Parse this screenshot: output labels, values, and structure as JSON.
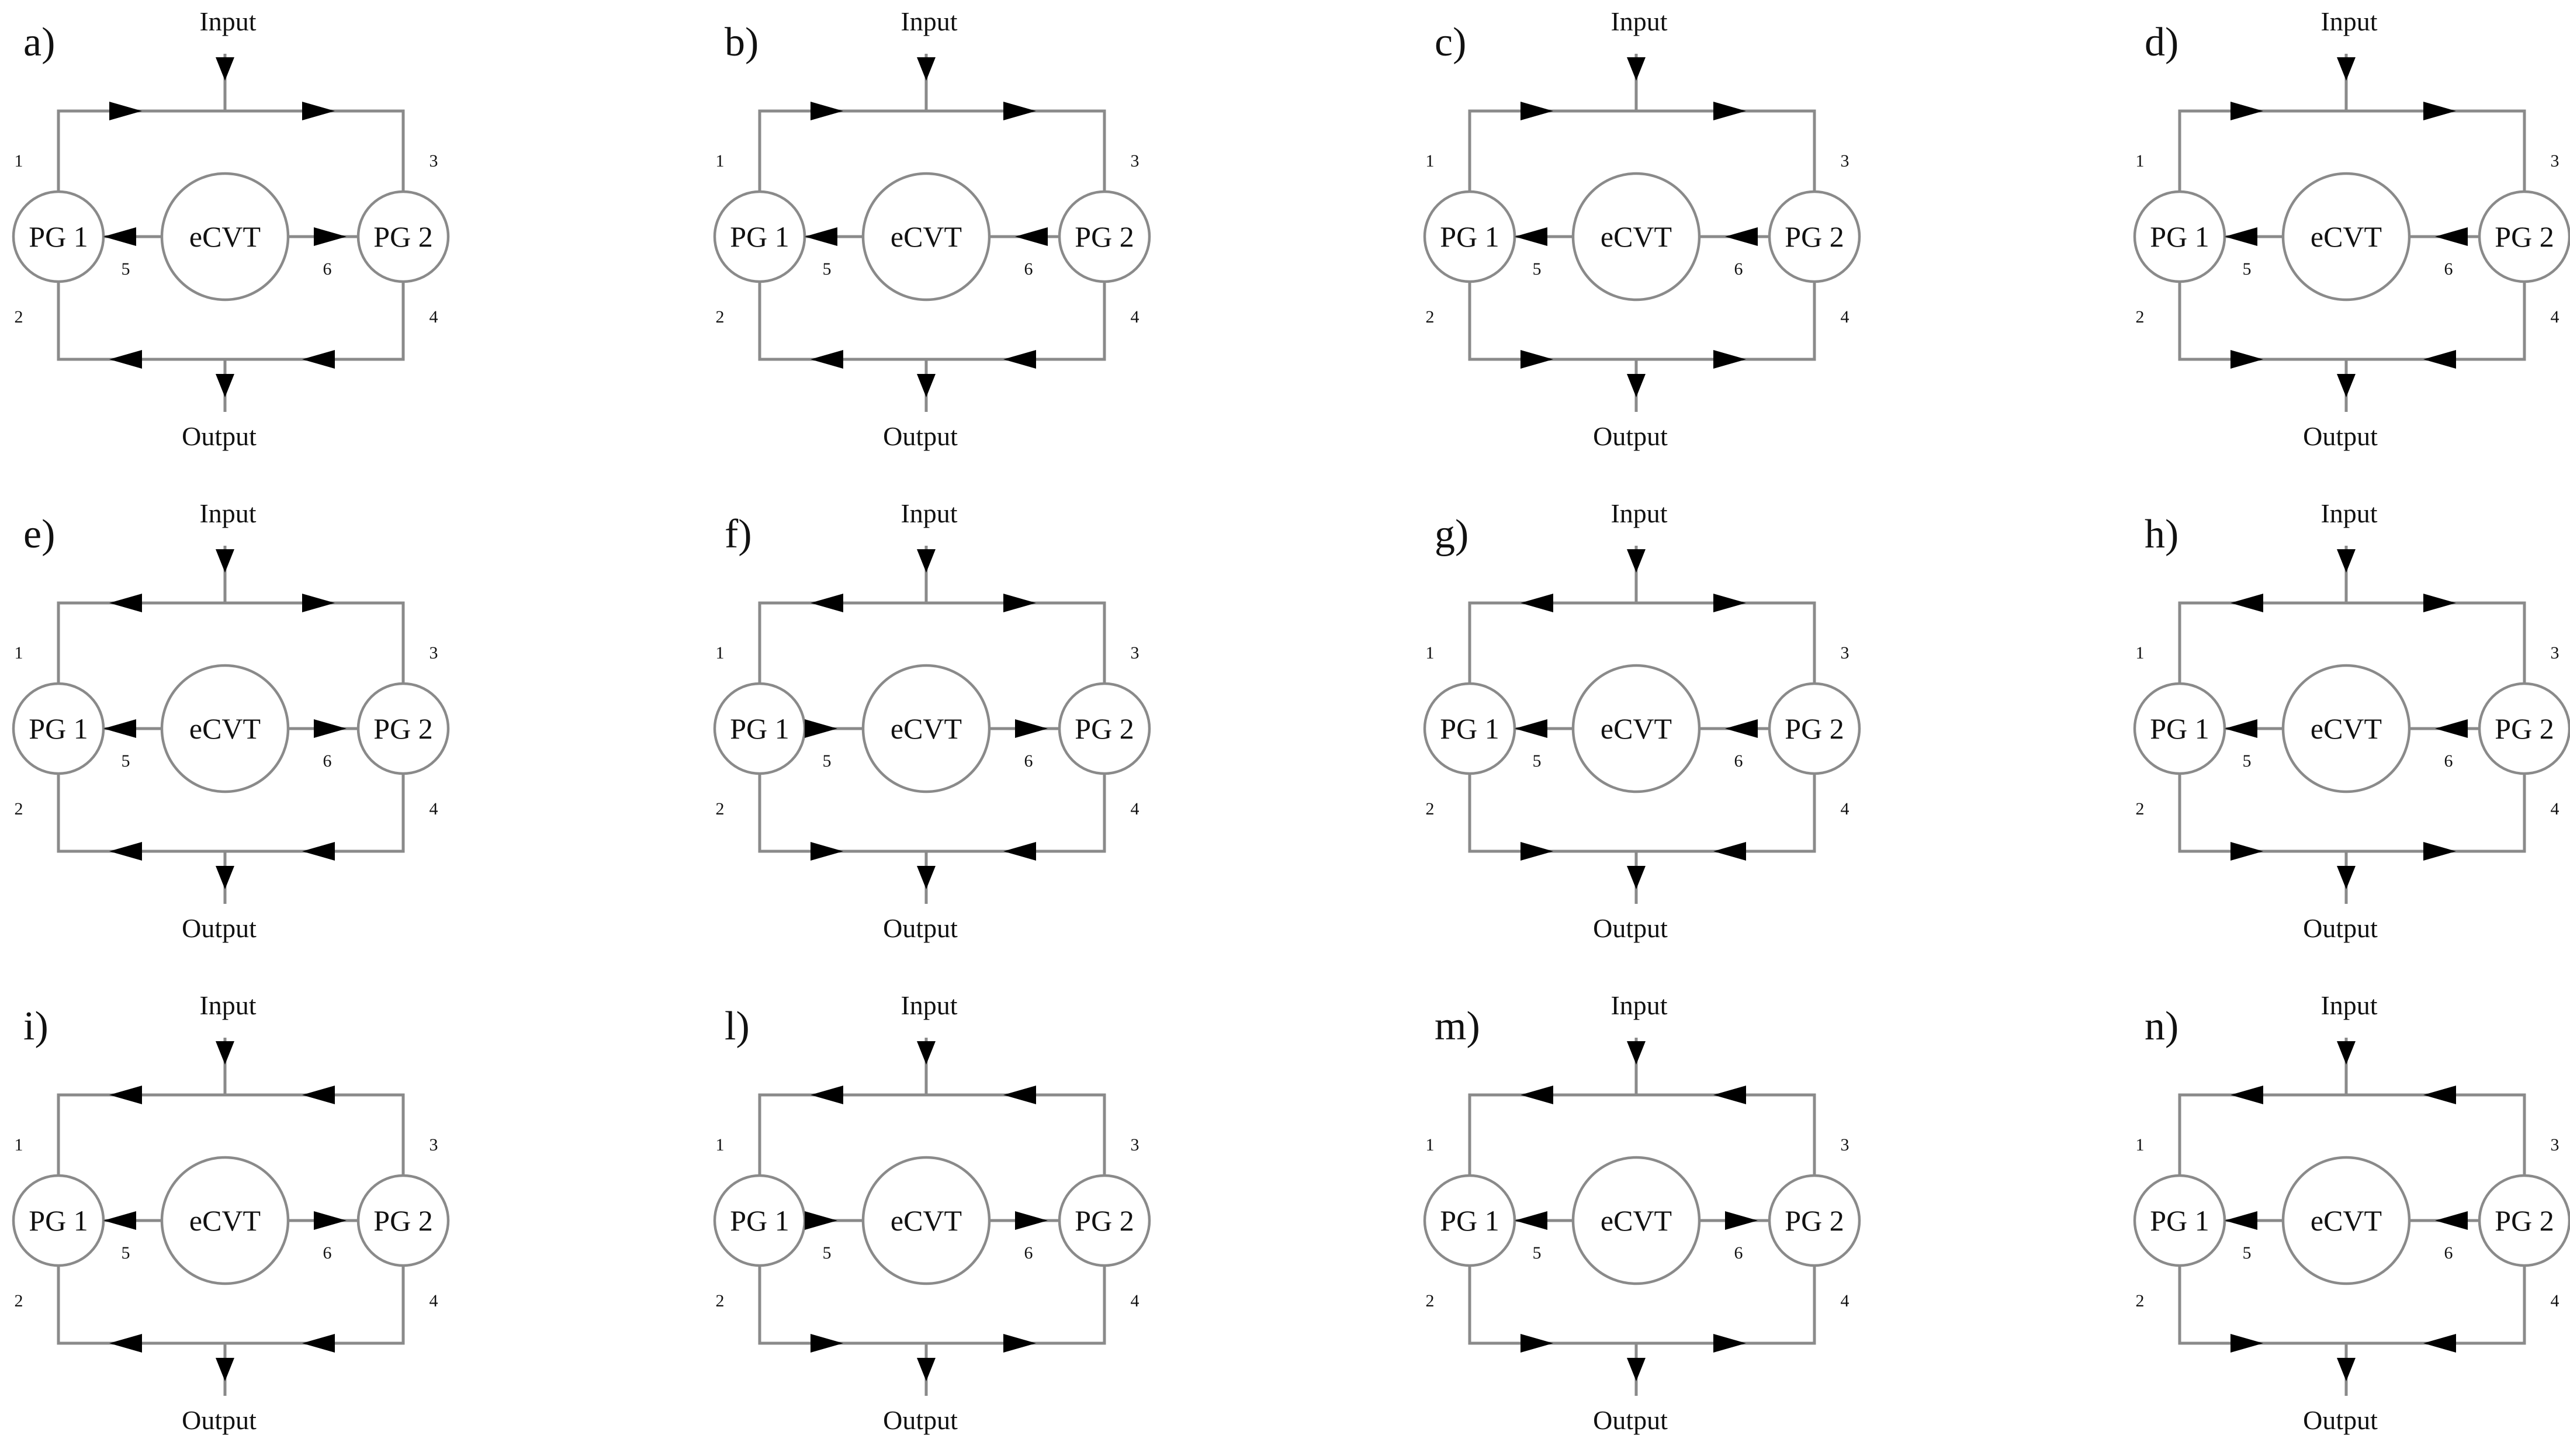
{
  "labels": {
    "input": "Input",
    "output": "Output",
    "pg1": "PG 1",
    "pg2": "PG 2",
    "ecvt": "eCVT",
    "n1": "1",
    "n2": "2",
    "n3": "3",
    "n4": "4",
    "n5": "5",
    "n6": "6"
  },
  "colors": {
    "wire": "#8a8a8a",
    "arrow": "#000000",
    "text": "#111111"
  },
  "panels": [
    {
      "label": "a)",
      "top": [
        "right",
        "right"
      ],
      "bottom": [
        "left",
        "left"
      ],
      "link5": "toward-pg1",
      "link6": "toward-pg2"
    },
    {
      "label": "b)",
      "top": [
        "right",
        "right"
      ],
      "bottom": [
        "left",
        "left"
      ],
      "link5": "toward-pg1",
      "link6": "toward-ecvt"
    },
    {
      "label": "c)",
      "top": [
        "right",
        "right"
      ],
      "bottom": [
        "right",
        "right"
      ],
      "link5": "toward-pg1",
      "link6": "toward-ecvt"
    },
    {
      "label": "d)",
      "top": [
        "right",
        "right"
      ],
      "bottom": [
        "right",
        "left"
      ],
      "link5": "toward-pg1",
      "link6": "toward-ecvt"
    },
    {
      "label": "e)",
      "top": [
        "left",
        "right"
      ],
      "bottom": [
        "left",
        "left"
      ],
      "link5": "toward-pg1",
      "link6": "toward-pg2"
    },
    {
      "label": "f)",
      "top": [
        "left",
        "right"
      ],
      "bottom": [
        "right",
        "left"
      ],
      "link5": "toward-ecvt",
      "link6": "toward-pg2"
    },
    {
      "label": "g)",
      "top": [
        "left",
        "right"
      ],
      "bottom": [
        "right",
        "left"
      ],
      "link5": "toward-pg1",
      "link6": "toward-ecvt"
    },
    {
      "label": "h)",
      "top": [
        "left",
        "right"
      ],
      "bottom": [
        "right",
        "right"
      ],
      "link5": "toward-pg1",
      "link6": "toward-ecvt"
    },
    {
      "label": "i)",
      "top": [
        "left",
        "left"
      ],
      "bottom": [
        "left",
        "left"
      ],
      "link5": "toward-pg1",
      "link6": "toward-pg2"
    },
    {
      "label": "l)",
      "top": [
        "left",
        "left"
      ],
      "bottom": [
        "right",
        "right"
      ],
      "link5": "toward-ecvt",
      "link6": "toward-pg2"
    },
    {
      "label": "m)",
      "top": [
        "left",
        "left"
      ],
      "bottom": [
        "right",
        "right"
      ],
      "link5": "toward-pg1",
      "link6": "toward-pg2"
    },
    {
      "label": "n)",
      "top": [
        "left",
        "left"
      ],
      "bottom": [
        "right",
        "left"
      ],
      "link5": "toward-pg1",
      "link6": "toward-ecvt"
    }
  ]
}
